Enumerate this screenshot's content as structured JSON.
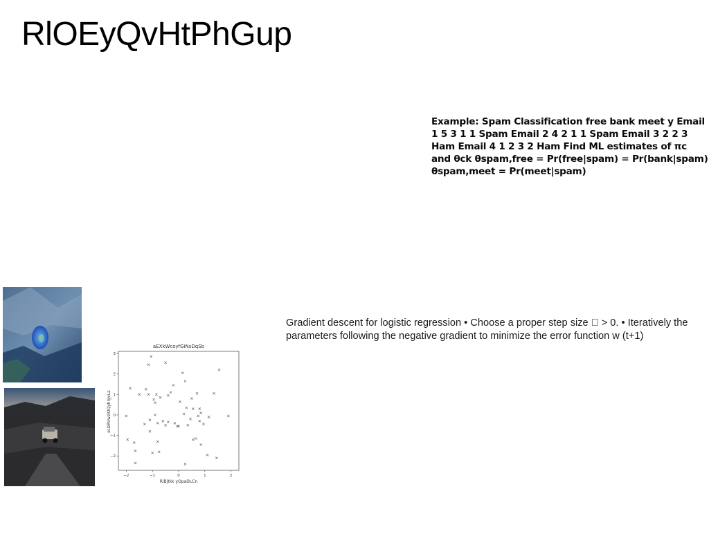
{
  "slide": {
    "title": "RlOEyQvHtPhGup",
    "spam_example": "Example: Spam Classification free bank meet y Email 1 5 3 1 1 Spam Email 2 4 2 1 1 Spam Email 3 2 2 3 Ham Email 4 1 2 3 2 Ham Find ML estimates of πc and θck θspam,free = Pr(free|spam) = Pr(bank|spam) θspam,meet = Pr(meet|spam)",
    "gradient_text": "Gradient descent for logistic regression • Choose a proper step size \u0000 > 0. • Iteratively the parameters following the negative gradient to minimize the error function w (t+1)"
  },
  "images": {
    "photo_1": "abstract-blue-photo",
    "photo_2": "offroad-vehicle-photo"
  },
  "chart_data": {
    "type": "scatter",
    "title": "aEXkWcoyfGiNsDqSb",
    "xlabel": "RiBjtkk yOpaDLCn",
    "ylabel": "eLbRVwziOQyhIgvLa",
    "xlim": [
      -2.3,
      2.3
    ],
    "ylim": [
      -2.7,
      3.1
    ],
    "xticks": [
      -2,
      -1,
      0,
      1,
      2
    ],
    "yticks": [
      -2,
      -1,
      0,
      1,
      2,
      3
    ],
    "marker": "x",
    "color": "#555555",
    "points": [
      [
        -2.0,
        -0.05
      ],
      [
        -1.95,
        -1.2
      ],
      [
        -1.85,
        1.3
      ],
      [
        -1.7,
        -1.35
      ],
      [
        -1.65,
        -1.75
      ],
      [
        -1.65,
        -2.35
      ],
      [
        -1.5,
        1.0
      ],
      [
        -1.3,
        -0.45
      ],
      [
        -1.25,
        1.25
      ],
      [
        -1.15,
        2.45
      ],
      [
        -1.15,
        1.0
      ],
      [
        -1.1,
        -0.8
      ],
      [
        -1.1,
        -0.25
      ],
      [
        -1.05,
        2.85
      ],
      [
        -1.0,
        -1.85
      ],
      [
        -0.95,
        0.75
      ],
      [
        -0.9,
        0.6
      ],
      [
        -0.9,
        0.0
      ],
      [
        -0.85,
        1.0
      ],
      [
        -0.8,
        -1.3
      ],
      [
        -0.8,
        -0.4
      ],
      [
        -0.75,
        -1.8
      ],
      [
        -0.7,
        0.85
      ],
      [
        -0.6,
        -0.3
      ],
      [
        -0.5,
        2.55
      ],
      [
        -0.5,
        -0.5
      ],
      [
        -0.4,
        -0.35
      ],
      [
        -0.4,
        0.95
      ],
      [
        -0.3,
        1.1
      ],
      [
        -0.2,
        1.45
      ],
      [
        -0.15,
        -0.4
      ],
      [
        -0.05,
        -0.55
      ],
      [
        0.0,
        -0.55
      ],
      [
        0.05,
        0.65
      ],
      [
        0.15,
        2.05
      ],
      [
        0.2,
        0.05
      ],
      [
        0.25,
        -2.4
      ],
      [
        0.25,
        1.65
      ],
      [
        0.3,
        0.35
      ],
      [
        0.35,
        -0.5
      ],
      [
        0.45,
        -0.2
      ],
      [
        0.5,
        0.8
      ],
      [
        0.55,
        0.3
      ],
      [
        0.55,
        -1.2
      ],
      [
        0.65,
        -1.15
      ],
      [
        0.7,
        1.05
      ],
      [
        0.75,
        -0.05
      ],
      [
        0.8,
        -0.3
      ],
      [
        0.8,
        0.3
      ],
      [
        0.85,
        0.1
      ],
      [
        0.85,
        -1.45
      ],
      [
        0.95,
        -0.45
      ],
      [
        1.1,
        -1.95
      ],
      [
        1.15,
        -0.1
      ],
      [
        1.35,
        1.05
      ],
      [
        1.45,
        -2.1
      ],
      [
        1.55,
        2.2
      ],
      [
        1.9,
        -0.05
      ]
    ]
  }
}
